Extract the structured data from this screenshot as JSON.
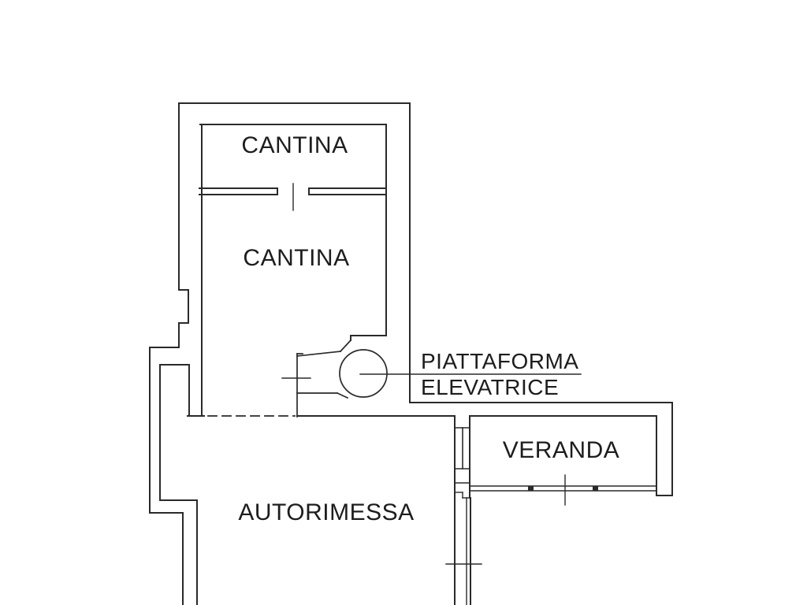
{
  "page": {
    "type": "architectural floor plan",
    "background_color": "#ffffff",
    "line_color": "#2a2a2a",
    "text_color": "#1d1d1d"
  },
  "labels": {
    "cantina_upper": "CANTINA",
    "cantina_lower": "CANTINA",
    "piattaforma_line1": "PIATTAFORMA",
    "piattaforma_line2": "ELEVATRICE",
    "veranda": "VERANDA",
    "autorimessa": "AUTORIMESSA"
  }
}
